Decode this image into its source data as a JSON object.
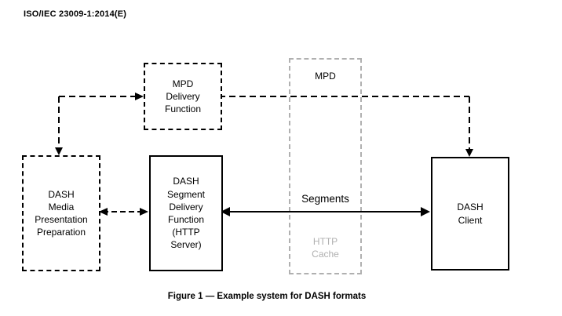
{
  "header": {
    "title": "ISO/IEC 23009-1:2014(E)"
  },
  "diagram": {
    "boxes": {
      "mpd_delivery": {
        "label": "MPD\nDelivery\nFunction"
      },
      "media_prep": {
        "label": "DASH\nMedia\nPresentation\nPreparation"
      },
      "segment_delivery": {
        "label": "DASH\nSegment\nDelivery\nFunction\n(HTTP\nServer)"
      },
      "dash_client": {
        "label": "DASH\nClient"
      },
      "http_cache": {
        "label": "HTTP\nCache"
      }
    },
    "labels": {
      "mpd": "MPD",
      "segments": "Segments"
    },
    "colors": {
      "line": "#000000",
      "cache_gray": "#b0b0b0"
    }
  },
  "caption": "Figure 1 — Example system for DASH formats"
}
